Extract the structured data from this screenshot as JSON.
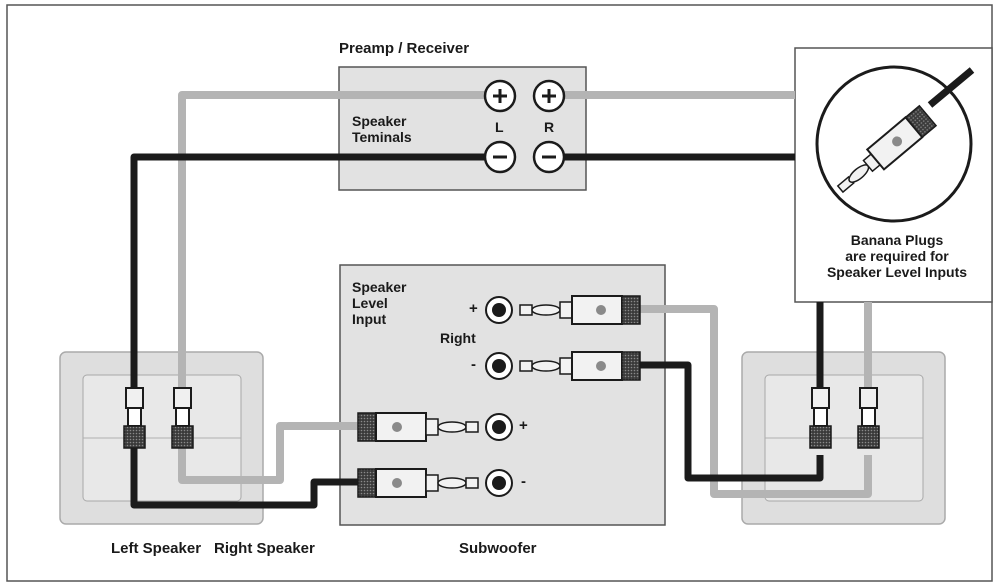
{
  "labels": {
    "preamp": "Preamp / Receiver",
    "speaker_terminals_line1": "Speaker",
    "speaker_terminals_line2": "Teminals",
    "left_ch": "L",
    "right_ch": "R",
    "sub_input_line1": "Speaker",
    "sub_input_line2": "Level",
    "sub_input_line3": "Input",
    "right_group": "Right",
    "plus": "+",
    "minus": "-",
    "callout_line1": "Banana Plugs",
    "callout_line2": "are required for",
    "callout_line3": "Speaker Level Inputs",
    "left_speaker": "Left Speaker",
    "right_speaker": "Right Speaker",
    "subwoofer": "Subwoofer"
  },
  "colors": {
    "frame": "#555555",
    "box_fill": "#e2e2e2",
    "speaker_fill": "#dedede",
    "black_wire": "#1b1b1b",
    "gray_wire": "#b4b4b4",
    "plug_dark": "#2a2a2a",
    "plug_light": "#f2f2f2"
  }
}
